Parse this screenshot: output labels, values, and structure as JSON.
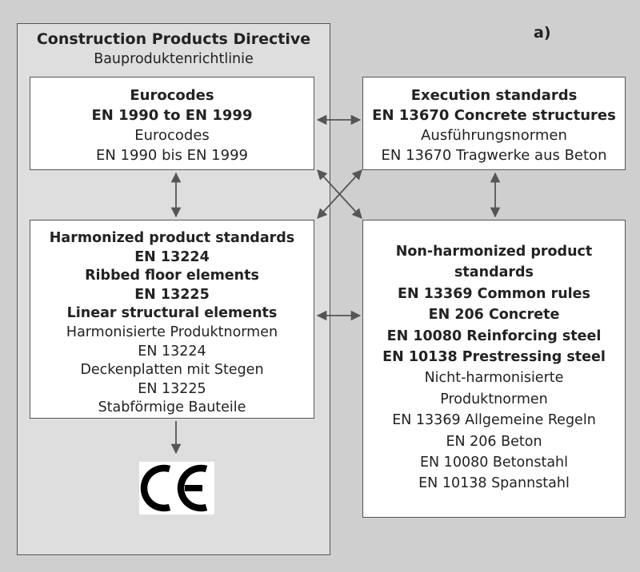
{
  "label": "a)",
  "cpd": {
    "title_en": "Construction Products Directive",
    "title_de": "Bauproduktenrichtlinie"
  },
  "eurocodes": {
    "lines": [
      "Eurocodes",
      "EN 1990 to EN 1999",
      "Eurocodes",
      "EN 1990 bis EN 1999"
    ]
  },
  "execution": {
    "lines": [
      "Execution standards",
      "EN 13670 Concrete structures",
      "Ausführungsnormen",
      "EN 13670 Tragwerke aus Beton"
    ]
  },
  "harmonized": {
    "lines": [
      "Harmonized product standards",
      "EN 13224",
      "Ribbed floor elements",
      "EN 13225",
      "Linear structural elements",
      "Harmonisierte Produktnormen",
      "EN 13224",
      "Deckenplatten mit Stegen",
      "EN 13225",
      "Stabförmige Bauteile"
    ]
  },
  "non_harmonized": {
    "lines": [
      "Non-harmonized product",
      "standards",
      "EN 13369 Common rules",
      "EN 206 Concrete",
      "EN 10080 Reinforcing steel",
      "EN 10138 Prestressing steel",
      "Nicht-harmonisierte",
      "Produktnormen",
      "EN 13369 Allgemeine Regeln",
      "EN 206 Beton",
      "EN 10080 Betonstahl",
      "EN 10138 Spannstahl"
    ]
  },
  "ce_mark": "CE",
  "colors": {
    "background": "#cfcfcf",
    "panel": "#dedede",
    "box": "#ffffff",
    "stroke": "#555555"
  }
}
